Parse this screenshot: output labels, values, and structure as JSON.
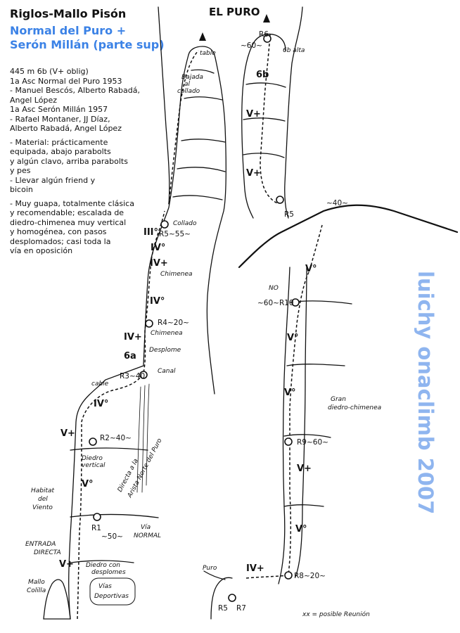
{
  "header": {
    "title": "Riglos-Mallo Pisón",
    "subtitle_line1": "Normal del Puro +",
    "subtitle_line2": "Serón Millán (parte sup)"
  },
  "info": {
    "length_grade": "445 m 6b (V+ oblig)",
    "asc1_title": "1a Asc Normal del Puro 1953",
    "asc1_people_1": "- Manuel Bescós, Alberto Rabadá,",
    "asc1_people_2": "Angel López",
    "asc2_title": "1a Asc Serón Millán 1957",
    "asc2_people_1": "- Rafael Montaner, JJ Díaz,",
    "asc2_people_2": "Alberto Rabadá, Angel López",
    "material_1": "- Material: prácticamente",
    "material_2": "equipada, abajo parabolts",
    "material_3": "y algún clavo, arriba parabolts",
    "material_4": "y pes",
    "bring_1": "- Llevar algún friend y",
    "bring_2": "bicoin",
    "comment_1": "- Muy guapa, totalmente clásica",
    "comment_2": "y recomendable; escalada de",
    "comment_3": "diedro-chimenea muy vertical",
    "comment_4": "y homogénea, con pasos",
    "comment_5": "desplomados; casi toda la",
    "comment_6": "vía en oposición"
  },
  "watermark": "luichy onaclimb 2007",
  "topo": {
    "el_puro": "EL PURO",
    "grades": {
      "r_iii": "III°",
      "r_iv_a": "IV°",
      "r_ivp_a": "IV+",
      "r_iv_b": "IV°",
      "r_ivp_b": "IV+",
      "r_6a": "6a",
      "r_iv_c": "IV°",
      "r_vp_a": "V+",
      "r_v_a": "V°",
      "r_vp_b": "V+",
      "p_6b": "6b",
      "p_vp_a": "V+",
      "p_vp_b": "V+",
      "s_v_a": "V°",
      "s_v_b": "V°",
      "s_v_c": "V°",
      "s_vp": "V+",
      "s_v_d": "V°",
      "s_ivp": "IV+"
    },
    "belays": {
      "r1": "R1",
      "r1_len": "~50~",
      "r2": "R2~40~",
      "r3": "R3~40",
      "r4": "R4~20~",
      "r5": "R5~55~",
      "r6": "R6",
      "r6_len": "~60~",
      "r5b": "R5",
      "r5c": "R5",
      "r7": "R7",
      "r8": "R8~20~",
      "r9": "R9~60~",
      "r10": "~60~R10",
      "sup_len": "~40~"
    },
    "labels": {
      "table_top": "table",
      "bajada": "Bajada",
      "al_collado": "al",
      "collado_word": "collado",
      "collado": "Collado",
      "chimenea": "Chimenea",
      "chimenea2": "Chimenea",
      "desplome": "Desplome",
      "canal": "Canal",
      "cable": "cable",
      "diedro": "Diedro",
      "vertical": "vertical",
      "directa_1": "Directa a la",
      "directa_2": "Arista Norte del Puro",
      "habitat_1": "Habitat",
      "habitat_2": "del",
      "habitat_3": "Viento",
      "entrada": "ENTRADA",
      "directa_word": "DIRECTA",
      "via_1": "Vía",
      "via_2": "NORMAL",
      "diedro_desp_1": "Diedro con",
      "diedro_desp_2": "desplomes",
      "vias_dep_1": "Vías",
      "vias_dep_2": "Deportivas",
      "mallo_1": "Mallo",
      "mallo_2": "Colilla",
      "gran_1": "Gran",
      "gran_2": "diedro-chimenea",
      "puro": "Puro",
      "no": "NO",
      "posible": "xx = posible Reunión",
      "abajo": "6b alta"
    }
  }
}
